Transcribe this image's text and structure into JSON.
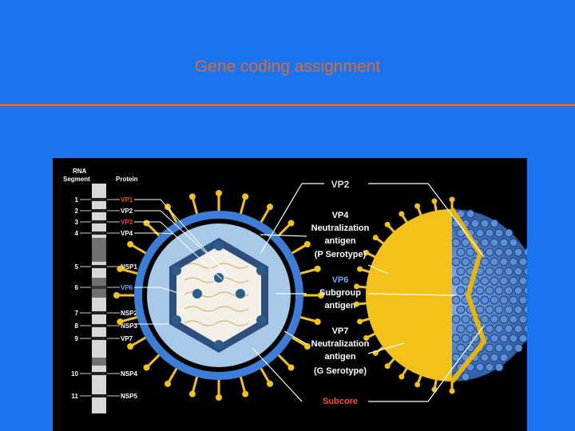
{
  "slide": {
    "title": "Gene coding assignment"
  },
  "colors": {
    "background": "#1a74f0",
    "title": "#e06a2a",
    "rule": "#d86a3a",
    "figure_bg": "#000000",
    "protein_label": "#ffffff",
    "protein_highlight": "#ff3b3b",
    "vp6_label": "#6aa8ff",
    "callout_label": "#ffffff",
    "subcore_label": "#ff4a3a",
    "capsid_gold": "#f2c21a",
    "capsid_blue": "#3d7dd6"
  },
  "gel": {
    "header_segment": "RNA\nSegment",
    "header_protein": "Protein",
    "rows": [
      {
        "segment": "1",
        "protein": "VP1",
        "highlight": true
      },
      {
        "segment": "2",
        "protein": "VP2",
        "highlight": false
      },
      {
        "segment": "3",
        "protein": "VP3",
        "highlight": true
      },
      {
        "segment": "4",
        "protein": "VP4",
        "highlight": false
      },
      {
        "segment": "5",
        "protein": "NSP1",
        "highlight": false
      },
      {
        "segment": "6",
        "protein": "VP6",
        "highlight": false
      },
      {
        "segment": "7",
        "protein": "NSP2",
        "highlight": false
      },
      {
        "segment": "8",
        "protein": "NSP3",
        "highlight": false
      },
      {
        "segment": "9",
        "protein": "VP7",
        "highlight": false
      },
      {
        "segment": "10",
        "protein": "NSP4",
        "highlight": false
      },
      {
        "segment": "11",
        "protein": "NSP5",
        "highlight": false
      }
    ]
  },
  "callouts": {
    "vp2": "VP2",
    "vp4_title": "VP4",
    "vp4_line1": "Neutralization",
    "vp4_line2": "antigen",
    "vp4_line3": "(P Serotype)",
    "vp6_title": "VP6",
    "vp6_line1": "Subgroup",
    "vp6_line2": "antigen",
    "vp7_title": "VP7",
    "vp7_line1": "Neutralization",
    "vp7_line2": "antigen",
    "vp7_line3": "(G Serotype)",
    "subcore": "Subcore"
  }
}
